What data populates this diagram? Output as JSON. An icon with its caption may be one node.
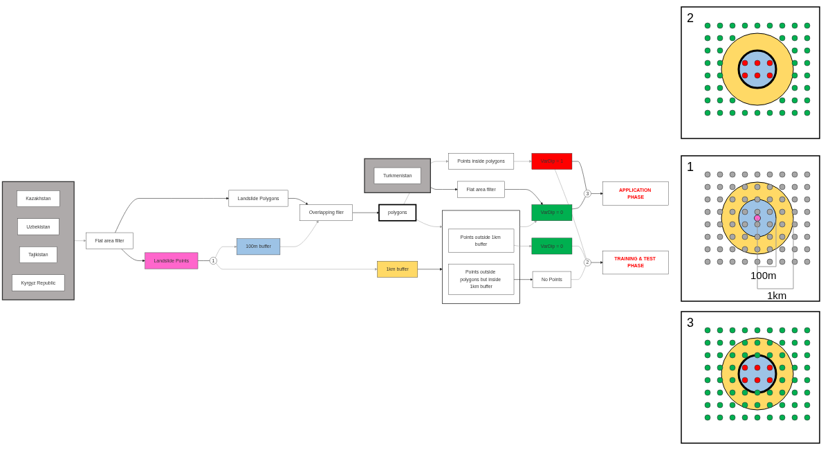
{
  "diagram": {
    "nodes": [
      {
        "text": [],
        "shape": "box"
      },
      {
        "text": [
          "Kazakhstan"
        ],
        "in": 0
      },
      {
        "text": [
          "Uzbekistan"
        ],
        "in": 0
      },
      {
        "text": [
          "Tajikistan"
        ],
        "in": 0
      },
      {
        "text": [
          "Kyrgyz Republic"
        ],
        "in": 0
      },
      {
        "text": [
          "Flat area filter"
        ]
      },
      {
        "text": [
          "Landslide Polygons"
        ]
      },
      {
        "text": [
          "Landslide Points"
        ]
      },
      {
        "text": [
          "1"
        ]
      },
      {
        "text": [
          "100m buffer"
        ]
      },
      {
        "text": [
          "Overlapping filer"
        ]
      },
      {
        "text": [
          "polygons"
        ]
      },
      {
        "text": [
          "Points inside polygons"
        ]
      },
      {
        "text": [
          "VarDip = 1"
        ]
      },
      {
        "text": [
          "1km buffer"
        ]
      },
      {
        "text": [],
        "shape": "box"
      },
      {
        "text": [
          "Points outside 1km buffer"
        ],
        "in": 15
      },
      {
        "text": [
          "Points outside polygons but inside 1km buffer"
        ],
        "in": 15
      },
      {
        "text": [
          "VarDip = 0"
        ]
      },
      {
        "text": [
          "No Points"
        ]
      },
      {
        "text": [
          "2"
        ]
      },
      {
        "text": [
          "TRAINING & TEST PHASE"
        ]
      },
      {
        "text": [
          "3"
        ]
      },
      {
        "text": [
          "APPLICATION PHASE"
        ]
      },
      {
        "text": [],
        "shape": "box"
      },
      {
        "text": [
          "Turkmenistan"
        ],
        "in": 24
      },
      {
        "text": [
          "Flat area filter"
        ]
      },
      {
        "text": [
          "VarDip = 0"
        ]
      }
    ],
    "edges": [
      {
        "from": 0,
        "to": 5,
        "arrow": "to",
        "color": "#a6a6a6"
      },
      {
        "from": 5,
        "to": 6,
        "arrow": "to"
      },
      {
        "from": 5,
        "to": 7,
        "arrow": "to"
      },
      {
        "from": 6,
        "to": 10,
        "arrow": "to"
      },
      {
        "from": 7,
        "to": 8,
        "arrow": "none"
      },
      {
        "from": 8,
        "to": 9,
        "arrow": "to",
        "color": "#a6a6a6"
      },
      {
        "from": 8,
        "to": 14,
        "arrow": "to",
        "color": "#a6a6a6"
      },
      {
        "from": 9,
        "to": 10,
        "arrow": "to",
        "color": "#a6a6a6"
      },
      {
        "from": 10,
        "to": 11,
        "arrow": "to"
      },
      {
        "from": 11,
        "to": 12,
        "arrow": "to",
        "color": "#a6a6a6"
      },
      {
        "from": 11,
        "to": 15,
        "arrow": "to",
        "color": "#a6a6a6"
      },
      {
        "from": 12,
        "to": 13,
        "arrow": "to",
        "color": "#a6a6a6"
      },
      {
        "from": 13,
        "to": 22,
        "arrow": "none"
      },
      {
        "from": 13,
        "to": 20,
        "arrow": "none",
        "color": "#a6a6a6"
      },
      {
        "from": 14,
        "to": 15,
        "arrow": "to"
      },
      {
        "from": 16,
        "to": 18,
        "arrow": "to",
        "color": "#a6a6a6"
      },
      {
        "from": 17,
        "to": 19,
        "arrow": "to"
      },
      {
        "from": 18,
        "to": 20,
        "arrow": "none",
        "color": "#a6a6a6"
      },
      {
        "from": 19,
        "to": 20,
        "arrow": "none",
        "color": "#a6a6a6"
      },
      {
        "from": 20,
        "to": 21,
        "arrow": "to"
      },
      {
        "from": 15,
        "to": 27,
        "arrow": "to",
        "color": "#a6a6a6"
      },
      {
        "from": 24,
        "to": 26,
        "arrow": "to"
      },
      {
        "from": 26,
        "to": 27,
        "arrow": "to"
      },
      {
        "from": 27,
        "to": 22,
        "arrow": "none"
      },
      {
        "from": 22,
        "to": 23,
        "arrow": "to"
      }
    ],
    "labels": [
      "2",
      "1",
      "100m",
      "1km",
      "3"
    ]
  }
}
